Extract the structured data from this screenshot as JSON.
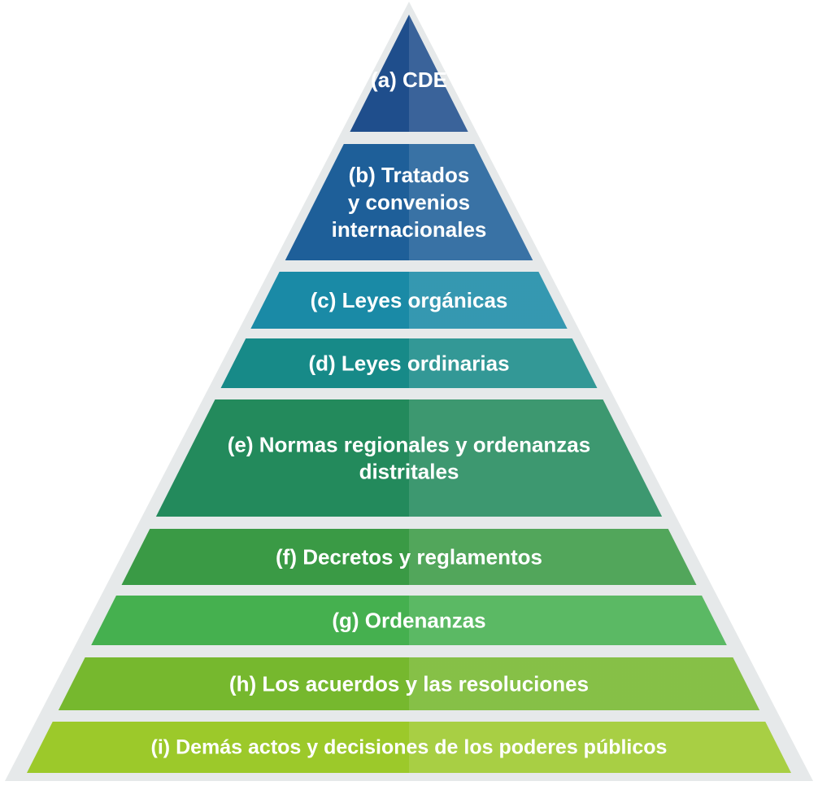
{
  "diagram": {
    "type": "pyramid",
    "tiers": [
      {
        "id": "a",
        "lines": [
          "(a) CDE"
        ],
        "color": "#1f4e8c"
      },
      {
        "id": "b",
        "lines": [
          "(b) Tratados",
          "y convenios",
          "internacionales"
        ],
        "color": "#1e5f99"
      },
      {
        "id": "c",
        "lines": [
          "(c) Leyes orgánicas"
        ],
        "color": "#1a8aa6"
      },
      {
        "id": "d",
        "lines": [
          "(d) Leyes ordinarias"
        ],
        "color": "#178a88"
      },
      {
        "id": "e",
        "lines": [
          "(e) Normas regionales y ordenanzas",
          "distritales"
        ],
        "color": "#238a5c"
      },
      {
        "id": "f",
        "lines": [
          "(f) Decretos y reglamentos"
        ],
        "color": "#3a9a45"
      },
      {
        "id": "g",
        "lines": [
          "(g) Ordenanzas"
        ],
        "color": "#45b04f"
      },
      {
        "id": "h",
        "lines": [
          "(h) Los acuerdos y las resoluciones"
        ],
        "color": "#76b82e"
      },
      {
        "id": "i",
        "lines": [
          "(i) Demás actos y decisiones de los poderes públicos"
        ],
        "color": "#9cc92a"
      }
    ]
  }
}
